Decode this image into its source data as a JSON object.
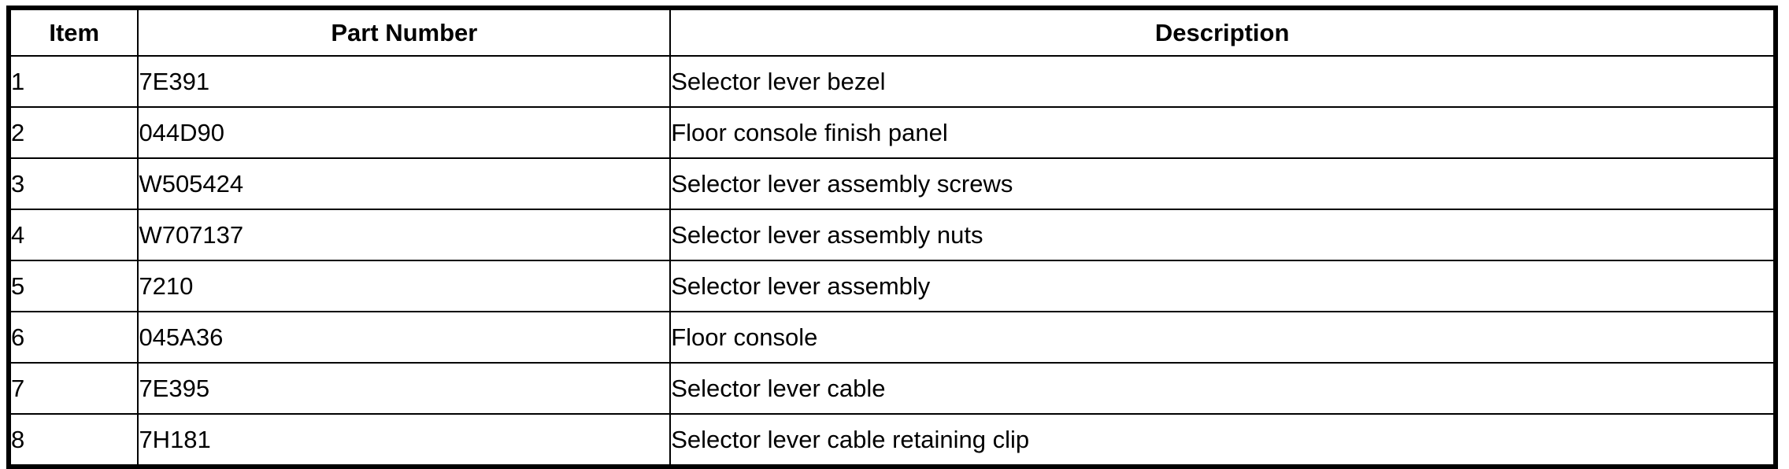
{
  "table": {
    "columns": [
      {
        "key": "item",
        "label": "Item",
        "align": "center"
      },
      {
        "key": "part_number",
        "label": "Part Number",
        "align": "center"
      },
      {
        "key": "description",
        "label": "Description",
        "align": "center"
      }
    ],
    "rows": [
      {
        "item": "1",
        "part_number": "7E391",
        "description": "Selector lever bezel"
      },
      {
        "item": "2",
        "part_number": "044D90",
        "description": "Floor console finish panel"
      },
      {
        "item": "3",
        "part_number": "W505424",
        "description": "Selector lever assembly screws"
      },
      {
        "item": "4",
        "part_number": "W707137",
        "description": "Selector lever assembly nuts"
      },
      {
        "item": "5",
        "part_number": "7210",
        "description": "Selector lever assembly"
      },
      {
        "item": "6",
        "part_number": "045A36",
        "description": "Floor console"
      },
      {
        "item": "7",
        "part_number": "7E395",
        "description": "Selector lever cable"
      },
      {
        "item": "8",
        "part_number": "7H181",
        "description": "Selector lever cable retaining clip"
      }
    ]
  },
  "colors": {
    "border": "#000000",
    "background": "#ffffff",
    "text": "#000000"
  }
}
